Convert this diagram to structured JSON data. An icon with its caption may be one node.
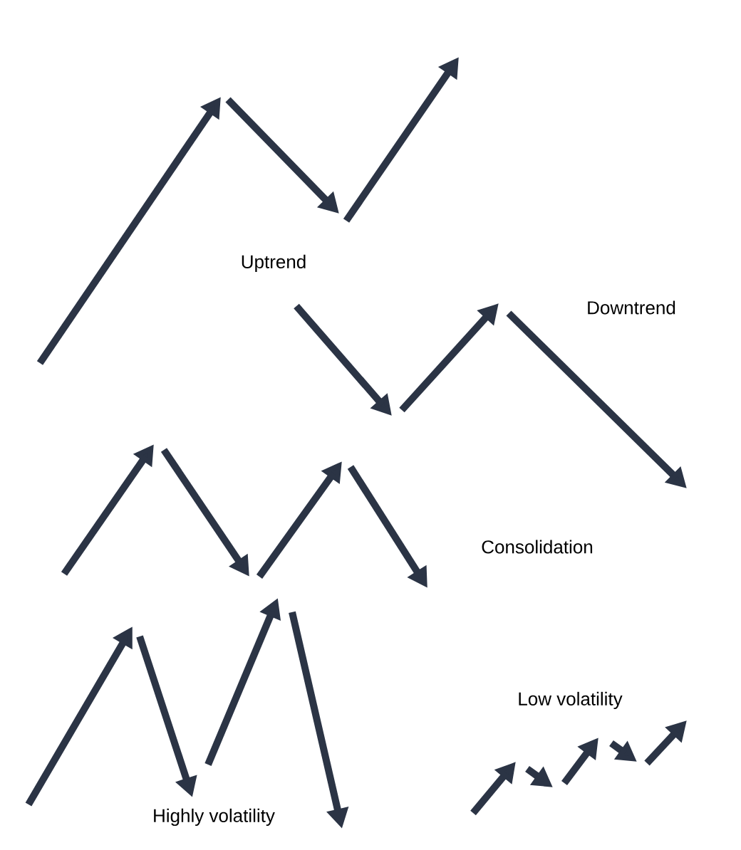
{
  "diagram": {
    "labels": [
      "Uptrend",
      "Downtrend",
      "Consolidation",
      "Low volatility",
      "Highly volatility"
    ]
  }
}
